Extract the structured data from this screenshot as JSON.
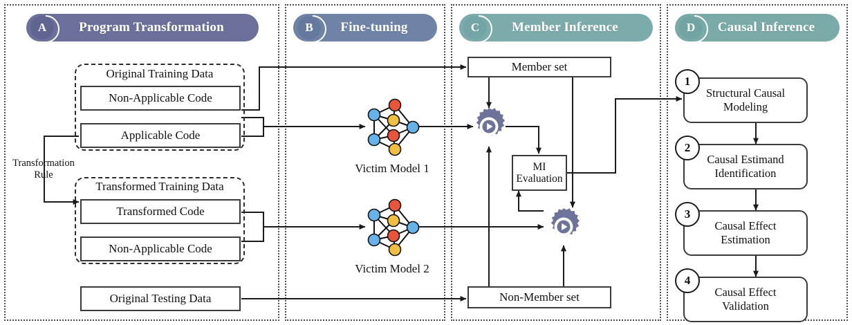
{
  "figure": {
    "type": "pipeline-diagram",
    "title": "Membership Inference + Causal Inference pipeline"
  },
  "colors": {
    "panel_a_header": "#6a7099",
    "panel_b_header": "#6e83a6",
    "panel_c_header": "#7cabab",
    "panel_d_header": "#79aaa8",
    "gear": "#6e7399",
    "node_blue": "#67b2e8",
    "node_red": "#e8553c",
    "node_yellow": "#f0bf3f",
    "line": "#1a1a1a"
  },
  "sections": [
    {
      "id": "A",
      "badge": "A",
      "title": "Program Transformation"
    },
    {
      "id": "B",
      "badge": "B",
      "title": "Fine-tuning"
    },
    {
      "id": "C",
      "badge": "C",
      "title": "Member Inference"
    },
    {
      "id": "D",
      "badge": "D",
      "title": "Causal Inference"
    }
  ],
  "panel_a": {
    "group_original": {
      "label": "Original Training Data",
      "items": [
        {
          "label": "Non-Applicable Code"
        },
        {
          "label": "Applicable Code"
        }
      ]
    },
    "group_transformed": {
      "label": "Transformed Training Data",
      "items": [
        {
          "label": "Transformed Code"
        },
        {
          "label": "Non-Applicable Code"
        }
      ]
    },
    "rule_label_line1": "Transformation",
    "rule_label_line2": "Rule",
    "testing_data": "Original Testing Data"
  },
  "panel_b": {
    "models": [
      {
        "caption": "Victim Model 1",
        "icon": "neural-network-icon"
      },
      {
        "caption": "Victim Model 2",
        "icon": "neural-network-icon"
      }
    ]
  },
  "panel_c": {
    "member_set": "Member set",
    "non_member_set": "Non-Member set",
    "mi_eval_line1": "MI",
    "mi_eval_line2": "Evaluation",
    "attack_icons": [
      {
        "name": "attack-gear-top",
        "icon": "gear-play-icon"
      },
      {
        "name": "attack-gear-bottom",
        "icon": "gear-play-icon"
      }
    ]
  },
  "panel_d": {
    "steps": [
      {
        "num": "1",
        "line1": "Structural Causal",
        "line2": "Modeling"
      },
      {
        "num": "2",
        "line1": "Causal Estimand",
        "line2": "Identification"
      },
      {
        "num": "3",
        "line1": "Causal Effect",
        "line2": "Estimation"
      },
      {
        "num": "4",
        "line1": "Causal Effect",
        "line2": "Validation"
      }
    ]
  }
}
